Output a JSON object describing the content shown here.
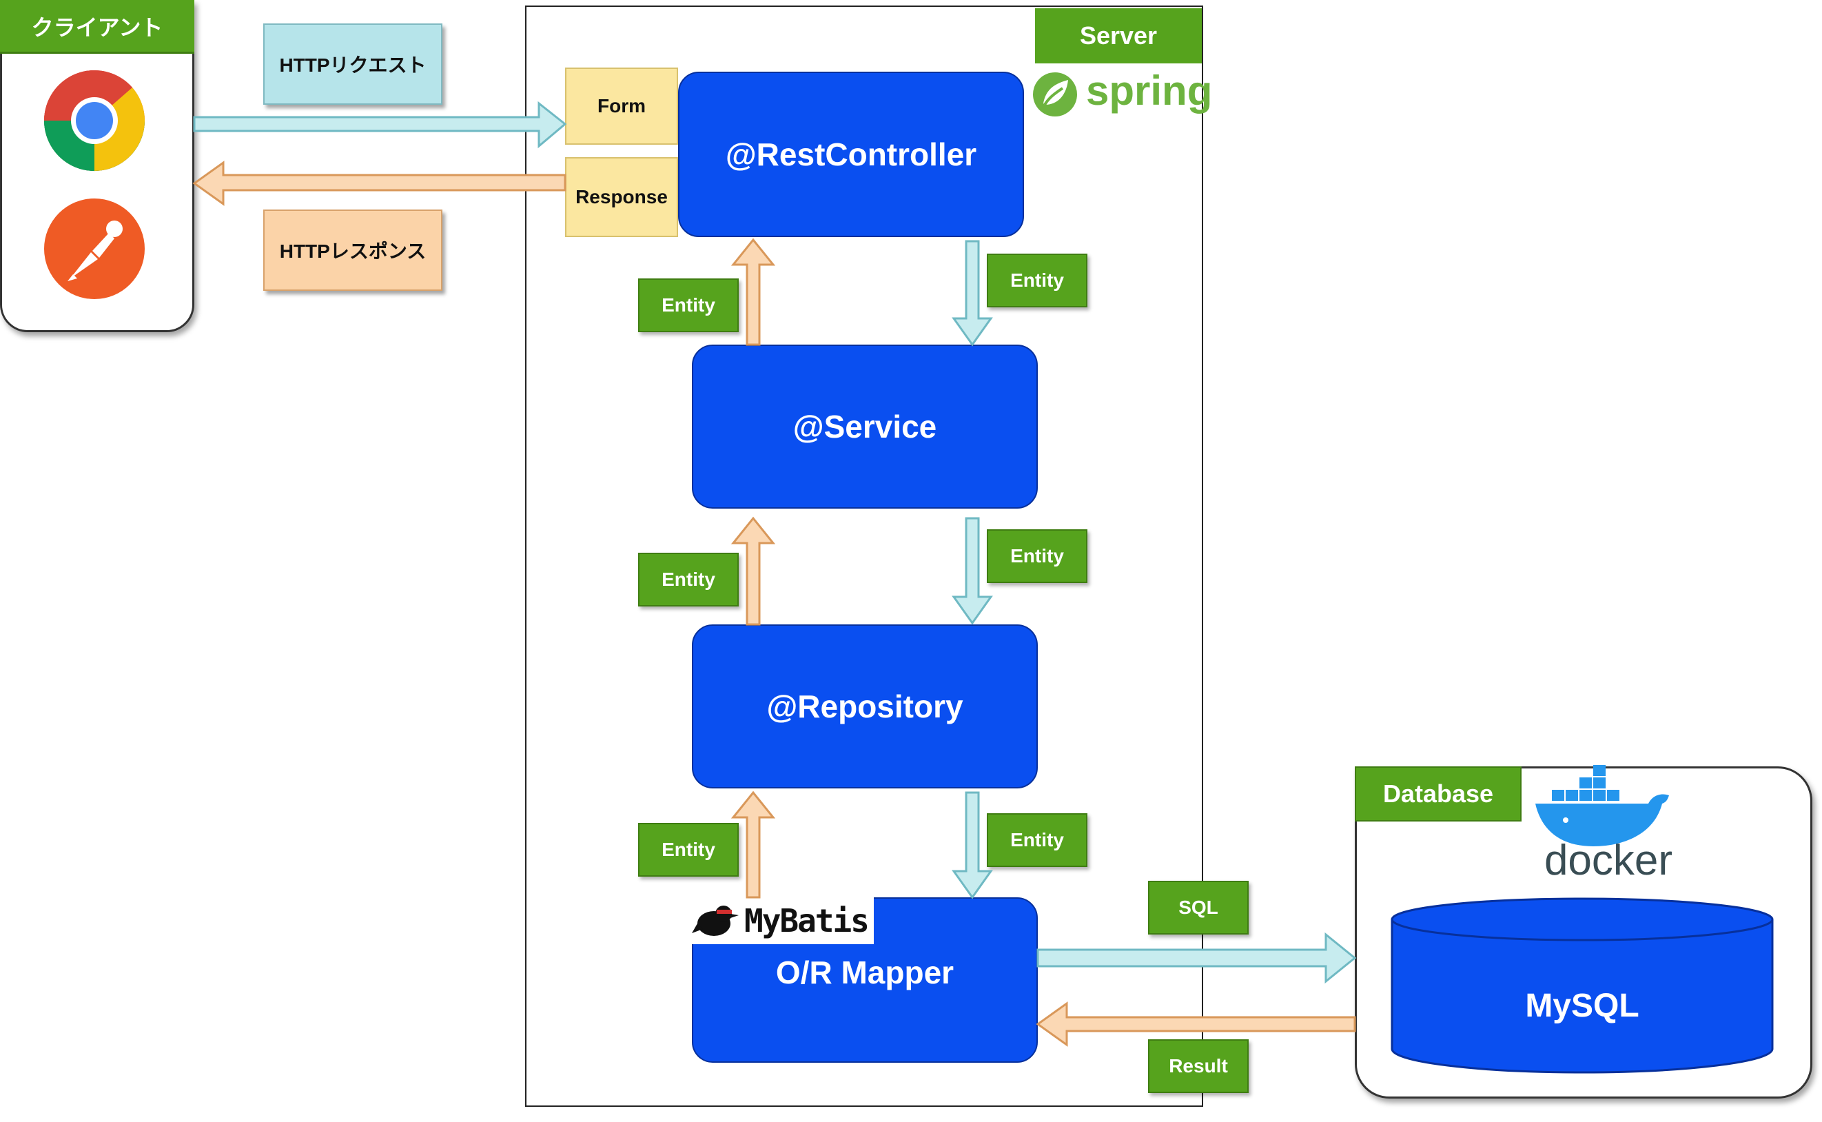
{
  "client": {
    "title": "クライアント"
  },
  "http_request": "HTTPリクエスト",
  "http_response": "HTTPレスポンス",
  "server": {
    "title": "Server",
    "spring_logo_text": "spring"
  },
  "form_label": "Form",
  "response_label": "Response",
  "layers": {
    "controller": "@RestController",
    "service": "@Service",
    "repository": "@Repository",
    "mapper": "O/R Mapper"
  },
  "mybatis_logo_text": "MyBatis",
  "entity_labels": [
    "Entity",
    "Entity",
    "Entity",
    "Entity",
    "Entity",
    "Entity"
  ],
  "sql_label": "SQL",
  "result_label": "Result",
  "database": {
    "title": "Database",
    "docker_logo_text": "docker",
    "mysql_label": "MySQL"
  },
  "colors": {
    "blue_block": "#0a4ff0",
    "green_tag": "#56a31d",
    "request_arrow": "#c7ecef",
    "response_arrow": "#fbd8b4"
  },
  "icons": [
    "chrome-icon",
    "postman-icon",
    "spring-icon",
    "mybatis-bird-icon",
    "docker-whale-icon"
  ]
}
